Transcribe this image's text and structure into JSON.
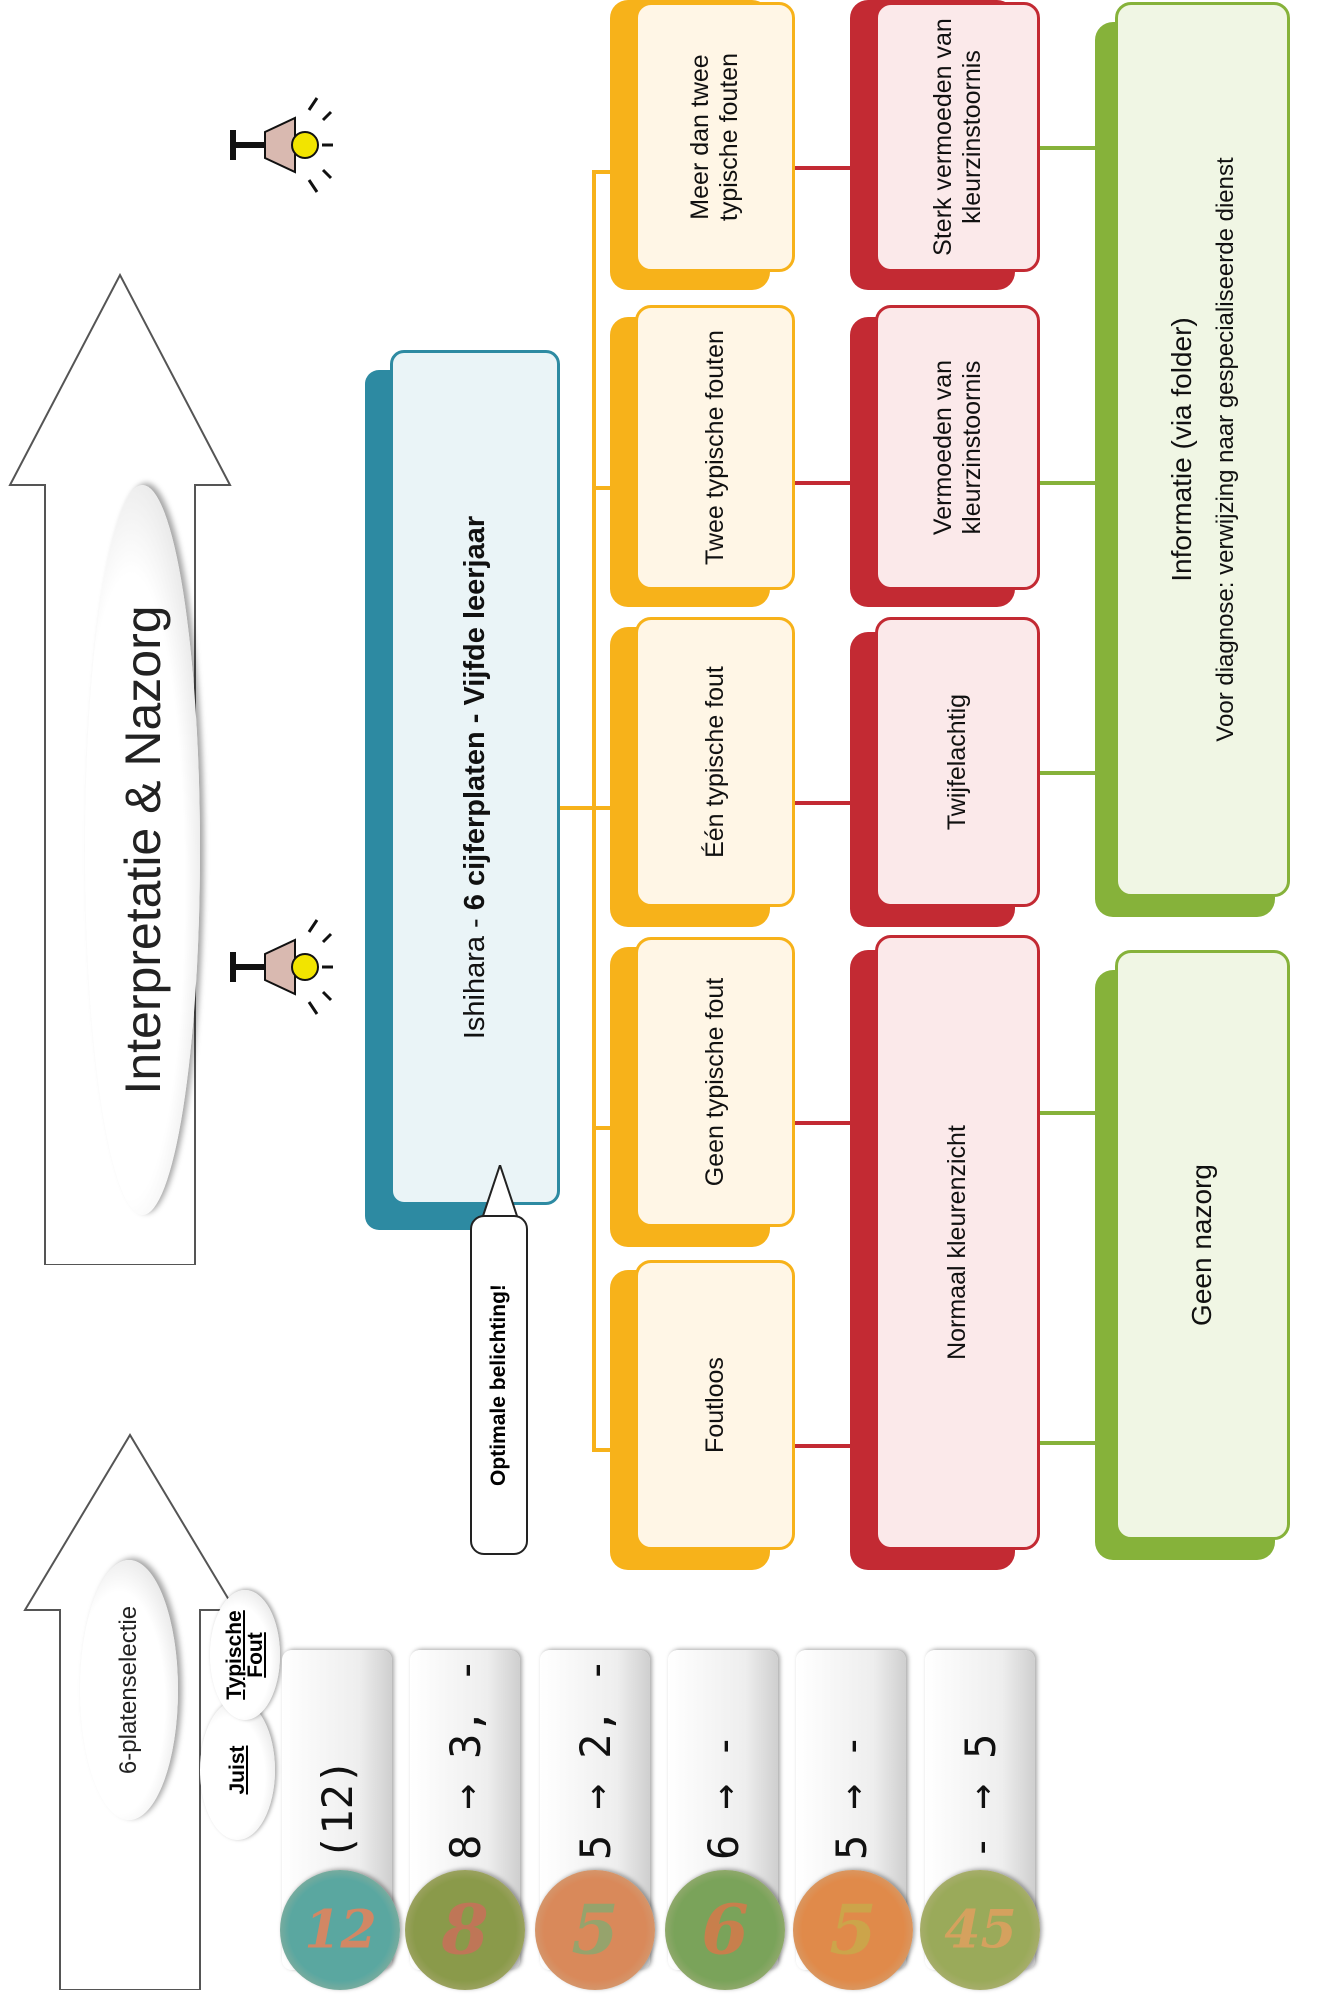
{
  "titles": {
    "main": "Interpretatie & Nazorg",
    "selection": "6-platenselectie"
  },
  "test": {
    "prefix": "Ishihara - ",
    "bold": "6 cijferplaten - Vijfde leerjaar",
    "callout": "Optimale belichting!"
  },
  "errors": [
    {
      "label": "Foutloos"
    },
    {
      "label": "Geen typische fout"
    },
    {
      "label": "Één typische fout"
    },
    {
      "label": "Twee typische fouten"
    },
    {
      "label": "Meer dan twee typische fouten"
    }
  ],
  "outcomes": [
    {
      "label": "Normaal kleurenzicht"
    },
    {
      "label": "Twijfelachtig"
    },
    {
      "label": "Vermoeden van kleurzinstoornis"
    },
    {
      "label": "Sterk vermoeden van kleurzinstoornis"
    }
  ],
  "aftercare": {
    "none": "Geen nazorg",
    "info": "Informatie (via folder)",
    "referral": "Voor diagnose: verwijzing naar gespecialiseerde dienst"
  },
  "plate_header": {
    "correct": "Juist",
    "typical_error_line1": "Typische",
    "typical_error_line2": "Fout"
  },
  "plates": [
    {
      "digit": "12",
      "answer": "(12)",
      "color_bg": "#5aa7a0",
      "color_digit": "#e8825a"
    },
    {
      "digit": "8",
      "answer": "8 → 3, -",
      "color_bg": "#8a9a4a",
      "color_digit": "#c8705a"
    },
    {
      "digit": "5",
      "answer": "5 → 2, -",
      "color_bg": "#d9895a",
      "color_digit": "#8aa870"
    },
    {
      "digit": "6",
      "answer": "6 → -",
      "color_bg": "#7aa35a",
      "color_digit": "#d67a4a"
    },
    {
      "digit": "5",
      "answer": "5 → -",
      "color_bg": "#e08a4a",
      "color_digit": "#c8a84a"
    },
    {
      "digit": "45",
      "answer": "- → 5",
      "color_bg": "#9aaa5a",
      "color_digit": "#e0a060"
    }
  ],
  "colors": {
    "yellow": "#f7b21a",
    "red": "#c32a33",
    "green": "#86b23a",
    "teal": "#2d8aa2"
  }
}
